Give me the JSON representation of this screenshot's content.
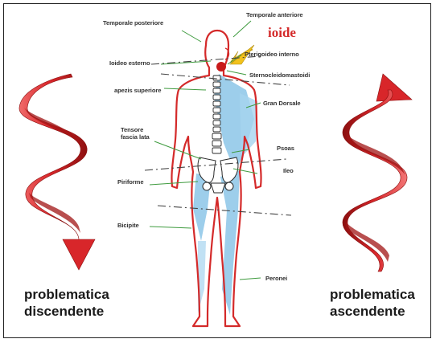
{
  "colors": {
    "spiral_red": "#d8262a",
    "body_outline": "#d42a2a",
    "muscle_blue": "#8cc6e8",
    "arrow_yellow": "#f2c21c",
    "leader_green": "#3f9b3f",
    "hyoid_red": "#c81a1a"
  },
  "title_highlight": "ioide",
  "labels": {
    "temporale_posteriore": "Temporale posteriore",
    "temporale_anteriore": "Temporale anteriore",
    "ioideo_esterno": "Ioideo esterno",
    "pterigoideo_interno": "Pterigoideo interno",
    "sternocleidomastoidi": "Sternocleidomastoidi",
    "apezis_superiore": "apezis superiore",
    "gran_dorsale": "Gran Dorsale",
    "tensore_fascia_lata_1": "Tensore",
    "tensore_fascia_lata_2": "fascia lata",
    "psoas": "Psoas",
    "ileo": "Ileo",
    "piriforme": "Piriforme",
    "bicipite": "Bicipite",
    "peronei": "Peronei"
  },
  "captions": {
    "left_1": "problematica",
    "left_2": "discendente",
    "right_1": "problematica",
    "right_2": "ascendente"
  },
  "icons": {
    "left_spiral": "descending-red-spiral-arrow",
    "right_spiral": "ascending-red-spiral-arrow",
    "hyoid_arrow": "yellow-pointer-arrow"
  }
}
